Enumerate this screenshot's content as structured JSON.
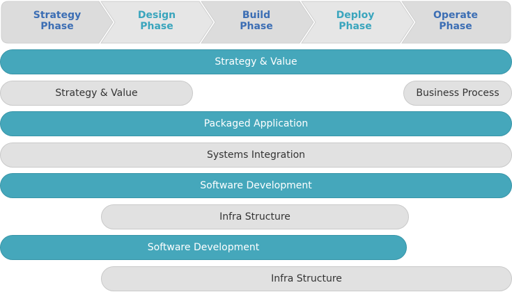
{
  "colors": {
    "teal": "#45a7bb",
    "grey": "#e1e1e1",
    "phase_text_blue": "#3c6eb4",
    "phase_text_teal": "#3aa5bd"
  },
  "phases": [
    {
      "label": "Strategy\nPhase",
      "text_color": "#3c6eb4",
      "fill": "#dcdcdc"
    },
    {
      "label": "Design\nPhase",
      "text_color": "#3aa5bd",
      "fill": "#e6e6e6"
    },
    {
      "label": "Build\nPhase",
      "text_color": "#3c6eb4",
      "fill": "#dcdcdc"
    },
    {
      "label": "Deploy\nPhase",
      "text_color": "#3aa5bd",
      "fill": "#e6e6e6"
    },
    {
      "label": "Operate\nPhase",
      "text_color": "#3c6eb4",
      "fill": "#dcdcdc"
    }
  ],
  "bars": {
    "strategy_value_full": "Strategy & Value",
    "strategy_value": "Strategy & Value",
    "business_process": "Business Process",
    "packaged_application": "Packaged Application",
    "systems_integration": "Systems Integration",
    "software_development_1": "Software Development",
    "infra_structure_1": "Infra Structure",
    "software_development_2": "Software Development",
    "infra_structure_2": "Infra Structure"
  }
}
